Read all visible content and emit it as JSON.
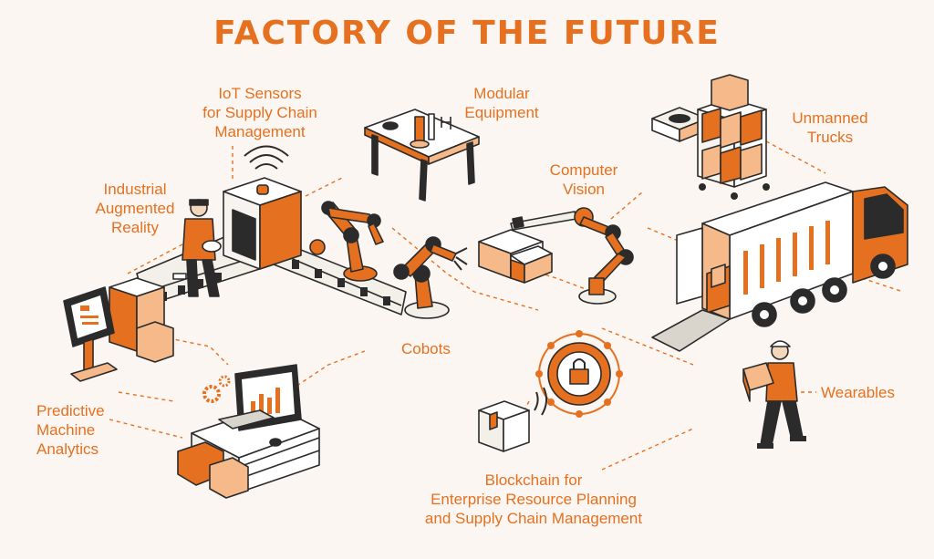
{
  "title": "FACTORY OF THE FUTURE",
  "labels": {
    "iot": "IoT Sensors\nfor Supply Chain\nManagement",
    "modular": "Modular\nEquipment",
    "unmanned": "Unmanned\nTrucks",
    "ar": "Industrial\nAugmented\nReality",
    "vision": "Computer\nVision",
    "cobots": "Cobots",
    "predictive": "Predictive\nMachine\nAnalytics",
    "wearables": "Wearables",
    "blockchain": "Blockchain for\nEnterprise Resource Planning\nand Supply Chain Management"
  },
  "colors": {
    "accent": "#e5701f",
    "outline": "#2b2b2b",
    "background": "#fbf6f1"
  }
}
